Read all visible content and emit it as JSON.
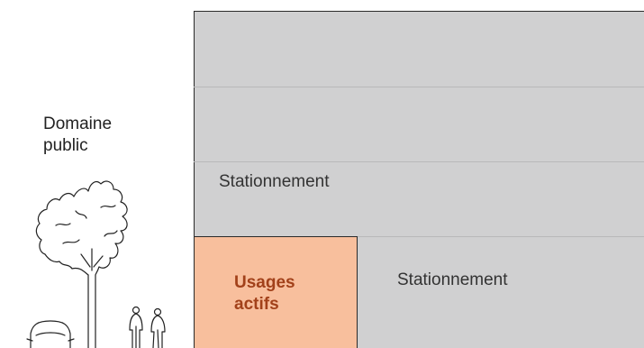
{
  "domaine_public": {
    "line1": "Domaine",
    "line2": "public"
  },
  "upper_parking": {
    "label": "Stationnement"
  },
  "ground_parking": {
    "label": "Stationnement"
  },
  "active_uses": {
    "line1": "Usages",
    "line2": "actifs"
  },
  "colors": {
    "building": "#d0d0d1",
    "active": "#f8bf9d",
    "active_text": "#a2411a",
    "outline": "#2a2a2a"
  },
  "icons": [
    "tree-icon",
    "car-icon",
    "pedestrian-icon"
  ]
}
